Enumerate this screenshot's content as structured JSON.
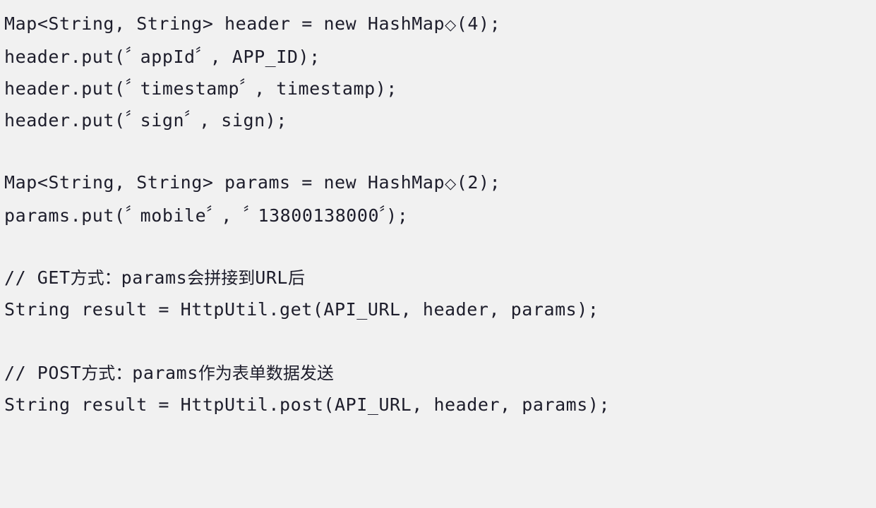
{
  "snippet": {
    "language": "java",
    "background_color": "#f1f1f1",
    "text_color": "#1d1d2b",
    "lines": [
      {
        "id": "line-1",
        "kind": "code",
        "text": "Map<String, String> header = new HashMap<>(4);"
      },
      {
        "id": "line-2",
        "kind": "code",
        "text": "header.put(\"appId\", APP_ID);"
      },
      {
        "id": "line-3",
        "kind": "code",
        "text": "header.put(\"timestamp\", timestamp);"
      },
      {
        "id": "line-4",
        "kind": "code",
        "text": "header.put(\"sign\", sign);"
      },
      {
        "id": "line-5",
        "kind": "blank",
        "text": ""
      },
      {
        "id": "line-6",
        "kind": "code",
        "text": "Map<String, String> params = new HashMap<>(2);"
      },
      {
        "id": "line-7",
        "kind": "code",
        "text": "params.put(\"mobile\", \"13800138000\");"
      },
      {
        "id": "line-8",
        "kind": "blank",
        "text": ""
      },
      {
        "id": "line-9",
        "kind": "comment",
        "text": "// GET方式：params会拼接到URL后"
      },
      {
        "id": "line-10",
        "kind": "code",
        "text": "String result = HttpUtil.get(API_URL, header, params);"
      },
      {
        "id": "line-11",
        "kind": "blank",
        "text": ""
      },
      {
        "id": "line-12",
        "kind": "comment",
        "text": "// POST方式：params作为表单数据发送"
      },
      {
        "id": "line-13",
        "kind": "code",
        "text": "String result = HttpUtil.post(API_URL, header, params);"
      }
    ],
    "segments": {
      "line-1": [
        {
          "t": "Map",
          "c": ""
        },
        {
          "t": "<String, String>",
          "c": ""
        },
        {
          "t": " header = new HashMap",
          "c": ""
        },
        {
          "t": "◇",
          "c": "diamond"
        },
        {
          "t": "(4);",
          "c": ""
        }
      ],
      "line-2": [
        {
          "t": "header.put(",
          "c": ""
        },
        {
          "t": "〞",
          "c": "dq"
        },
        {
          "t": "appId",
          "c": ""
        },
        {
          "t": "〞",
          "c": "dq"
        },
        {
          "t": ", APP_ID);",
          "c": ""
        }
      ],
      "line-3": [
        {
          "t": "header.put(",
          "c": ""
        },
        {
          "t": "〞",
          "c": "dq"
        },
        {
          "t": "timestamp",
          "c": ""
        },
        {
          "t": "〞",
          "c": "dq"
        },
        {
          "t": ", timestamp);",
          "c": ""
        }
      ],
      "line-4": [
        {
          "t": "header.put(",
          "c": ""
        },
        {
          "t": "〞",
          "c": "dq"
        },
        {
          "t": "sign",
          "c": ""
        },
        {
          "t": "〞",
          "c": "dq"
        },
        {
          "t": ", sign);",
          "c": ""
        }
      ],
      "line-6": [
        {
          "t": "Map",
          "c": ""
        },
        {
          "t": "<String, String>",
          "c": ""
        },
        {
          "t": " params = new HashMap",
          "c": ""
        },
        {
          "t": "◇",
          "c": "diamond"
        },
        {
          "t": "(2);",
          "c": ""
        }
      ],
      "line-7": [
        {
          "t": "params.put(",
          "c": ""
        },
        {
          "t": "〞",
          "c": "dq"
        },
        {
          "t": "mobile",
          "c": ""
        },
        {
          "t": "〞",
          "c": "dq"
        },
        {
          "t": ", ",
          "c": ""
        },
        {
          "t": "〞",
          "c": "dq"
        },
        {
          "t": "13800138000",
          "c": ""
        },
        {
          "t": "〞",
          "c": "dq"
        },
        {
          "t": ");",
          "c": ""
        }
      ],
      "line-9": [
        {
          "t": "// GET",
          "c": ""
        },
        {
          "t": "方式：",
          "c": "cjk"
        },
        {
          "t": "params",
          "c": ""
        },
        {
          "t": "会拼接到",
          "c": "cjk"
        },
        {
          "t": "URL",
          "c": ""
        },
        {
          "t": "后",
          "c": "cjk"
        }
      ],
      "line-10": [
        {
          "t": "String result = HttpUtil.get(API_URL, header, params);",
          "c": ""
        }
      ],
      "line-12": [
        {
          "t": "// POST",
          "c": ""
        },
        {
          "t": "方式：",
          "c": "cjk"
        },
        {
          "t": "params",
          "c": ""
        },
        {
          "t": "作为表单数据发送",
          "c": "cjk"
        }
      ],
      "line-13": [
        {
          "t": "String result = HttpUtil.post(API_URL, header, params);",
          "c": ""
        }
      ]
    }
  }
}
